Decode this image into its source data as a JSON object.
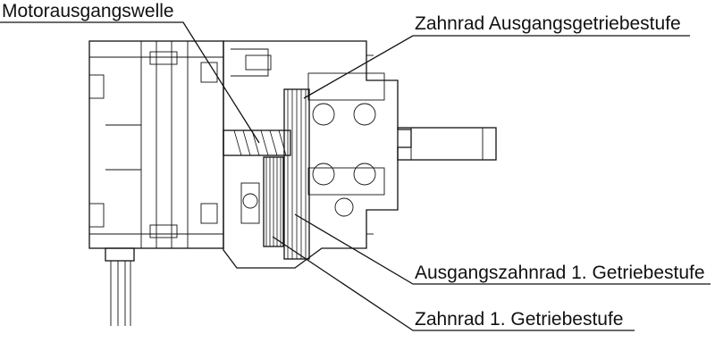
{
  "labels": {
    "motor_shaft": "Motorausgangswelle",
    "output_stage_gear": "Zahnrad Ausgangsgetriebestufe",
    "output_gear_stage1": "Ausgangszahnrad 1. Getriebestufe",
    "gear_stage1": "Zahnrad 1. Getriebestufe"
  }
}
